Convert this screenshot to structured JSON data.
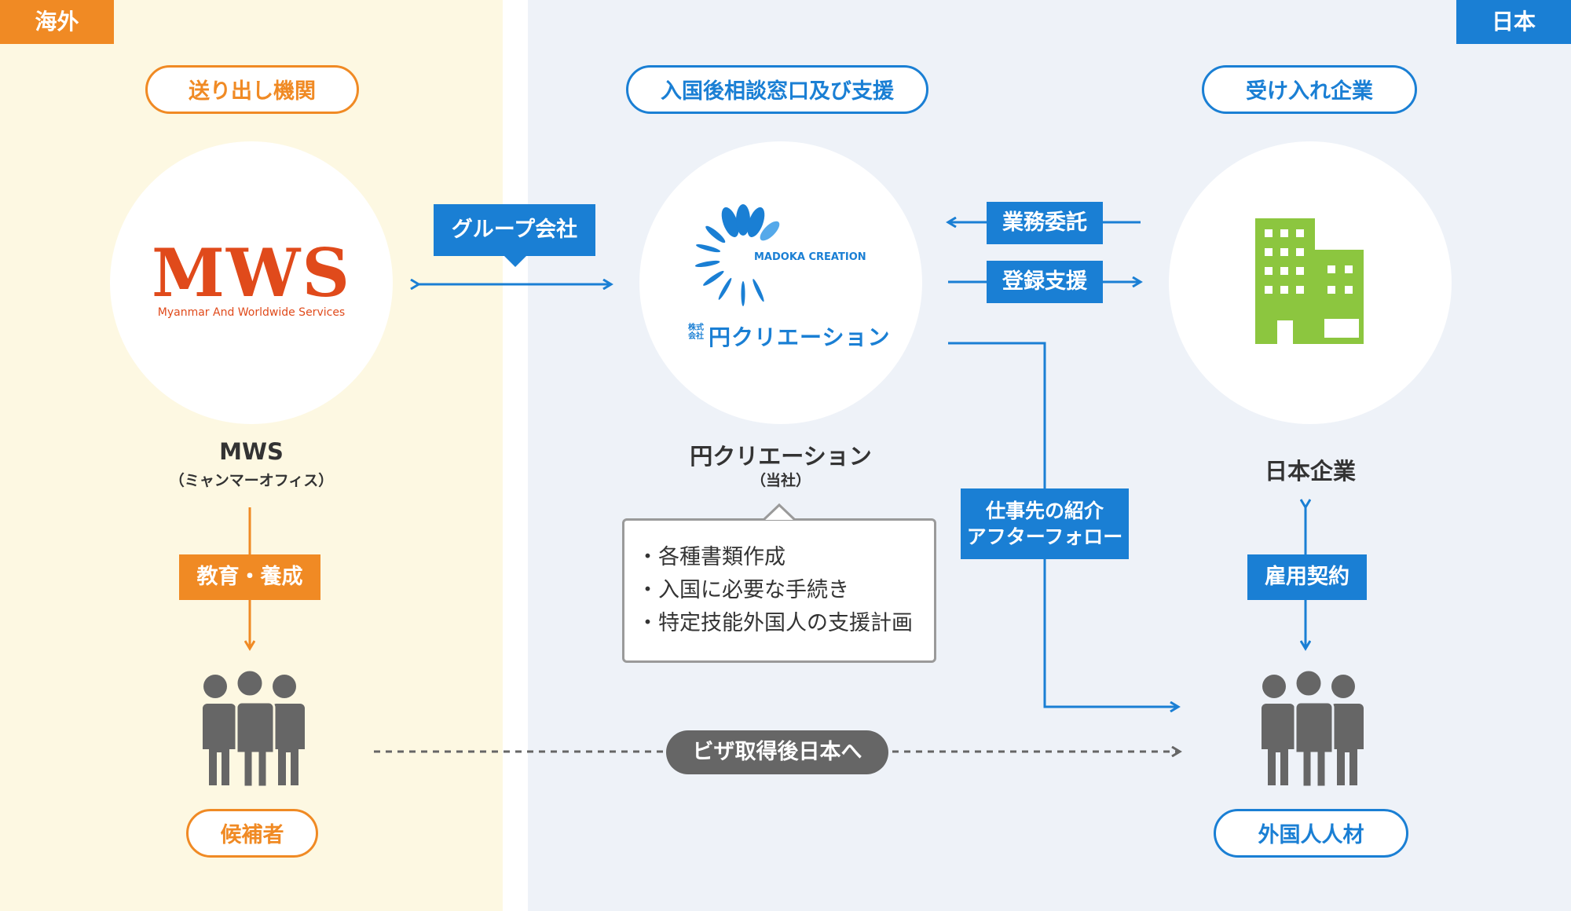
{
  "regions": {
    "overseas": "海外",
    "japan": "日本"
  },
  "headers": {
    "sending_org": "送り出し機関",
    "support": "入国後相談窓口及び支援",
    "receiving": "受け入れ企業"
  },
  "nodes": {
    "mws": {
      "logo_text": "MWS",
      "logo_sub": "Myanmar And Worldwide Services",
      "name": "MWS",
      "sub": "（ミャンマーオフィス）"
    },
    "madoka": {
      "logo_text_en": "MADOKA CREATION",
      "logo_text_jp": "円クリエーション",
      "logo_kaisha": "株式会社",
      "name": "円クリエーション",
      "sub": "（当社）"
    },
    "company": {
      "name": "日本企業"
    }
  },
  "notes": [
    "・各種書類作成",
    "・入国に必要な手続き",
    "・特定技能外国人の支援計画"
  ],
  "edge_labels": {
    "group": "グループ会社",
    "consign": "業務委託",
    "register": "登録支援",
    "intro_line1": "仕事先の紹介",
    "intro_line2": "アフターフォロー",
    "education": "教育・養成",
    "contract": "雇用契約",
    "visa": "ビザ取得後日本へ"
  },
  "people": {
    "candidate": "候補者",
    "foreign_talent": "外国人人材"
  },
  "colors": {
    "orange": "#f08a24",
    "blue": "#1a7fd4",
    "gray": "#666666",
    "green": "#8cc63f",
    "mws_red": "#e04a1b"
  }
}
